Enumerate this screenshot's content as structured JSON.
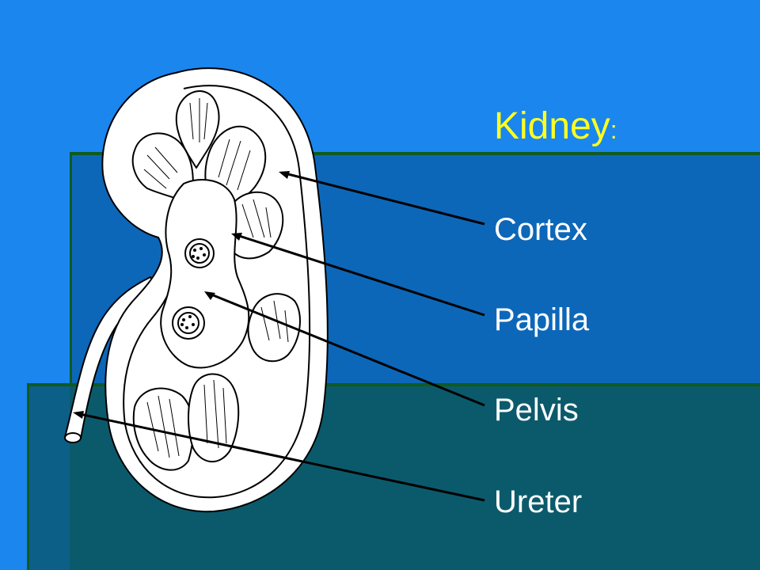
{
  "title": {
    "text": "Kidney",
    "suffix": ":"
  },
  "labels": [
    {
      "id": "cortex",
      "text": "Cortex"
    },
    {
      "id": "papilla",
      "text": "Papilla"
    },
    {
      "id": "pelvis",
      "text": "Pelvis"
    },
    {
      "id": "ureter",
      "text": "Ureter"
    }
  ],
  "colors": {
    "background": "#1a86ee",
    "band_mid": "#0d67b8",
    "band_low": "#0b5a6c",
    "title": "#ffff1f",
    "label": "#ffffff",
    "outline": "#000000",
    "tissue": "#ffffff"
  }
}
